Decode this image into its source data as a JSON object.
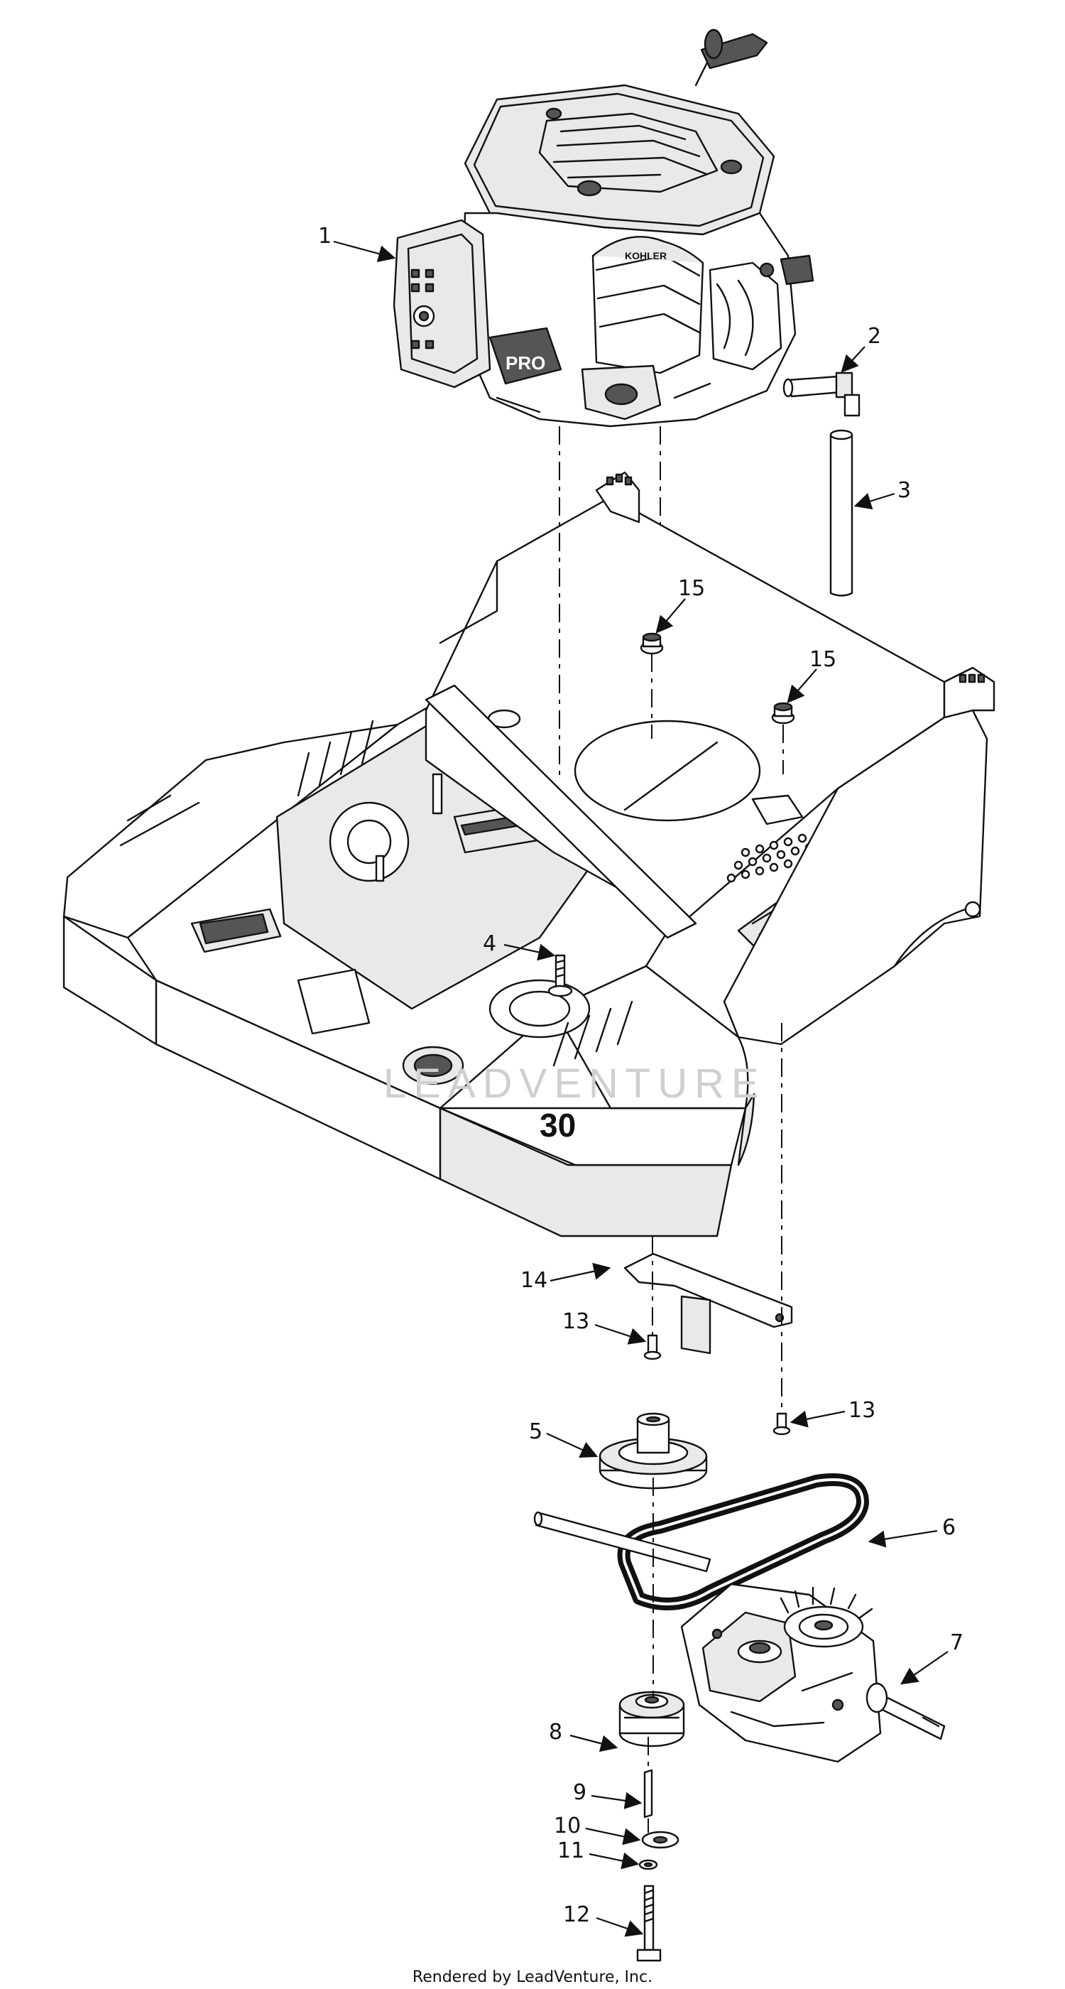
{
  "diagram": {
    "callouts": [
      {
        "id": "1",
        "label": "1"
      },
      {
        "id": "2",
        "label": "2"
      },
      {
        "id": "3",
        "label": "3"
      },
      {
        "id": "4",
        "label": "4"
      },
      {
        "id": "5",
        "label": "5"
      },
      {
        "id": "6",
        "label": "6"
      },
      {
        "id": "7",
        "label": "7"
      },
      {
        "id": "8",
        "label": "8"
      },
      {
        "id": "9",
        "label": "9"
      },
      {
        "id": "10",
        "label": "10"
      },
      {
        "id": "11",
        "label": "11"
      },
      {
        "id": "12",
        "label": "12"
      },
      {
        "id": "13a",
        "label": "13"
      },
      {
        "id": "13b",
        "label": "13"
      },
      {
        "id": "14",
        "label": "14"
      },
      {
        "id": "15a",
        "label": "15"
      },
      {
        "id": "15b",
        "label": "15"
      }
    ],
    "decals": {
      "engine_pro": "PRO",
      "deck_number": "30",
      "engine_brand": "KOHLER"
    },
    "watermark": "LEADVENTURE"
  },
  "footer": {
    "credit": "Rendered by LeadVenture, Inc."
  },
  "colors": {
    "line": "#111111",
    "fill_light": "#e9e9e9",
    "fill_dark": "#555555",
    "watermark": "#cfcfcf"
  }
}
